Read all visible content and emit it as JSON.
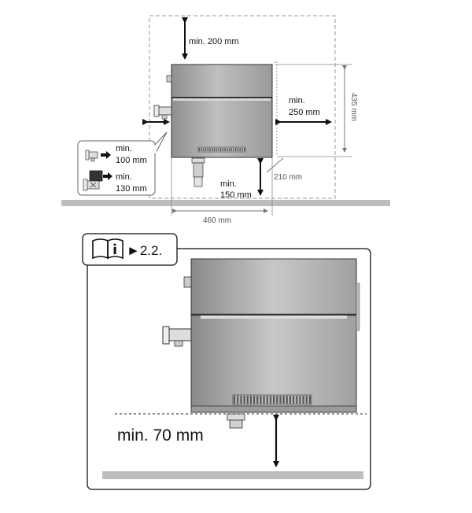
{
  "top_diagram": {
    "clearance_top": "min. 200 mm",
    "clearance_right_line1": "min.",
    "clearance_right_line2": "250 mm",
    "clearance_bottom_line1": "min.",
    "clearance_bottom_line2": "150 mm",
    "height_dim": "435 mm",
    "depth_dim": "210 mm",
    "width_dim": "460 mm",
    "side_clearance": [
      {
        "icon": "valve-small-icon",
        "line1": "min.",
        "line2": "100 mm"
      },
      {
        "icon": "valve-large-icon",
        "line1": "min.",
        "line2": "130 mm"
      }
    ]
  },
  "bottom_diagram": {
    "reference": "►2.2.",
    "manual_icon": "manual-info-icon",
    "clearance_floor": "min. 70 mm"
  },
  "colors": {
    "line": "#1a1a1a",
    "dim": "#555555",
    "floor": "#bdbdbd",
    "dashed": "#9a9a9a"
  }
}
